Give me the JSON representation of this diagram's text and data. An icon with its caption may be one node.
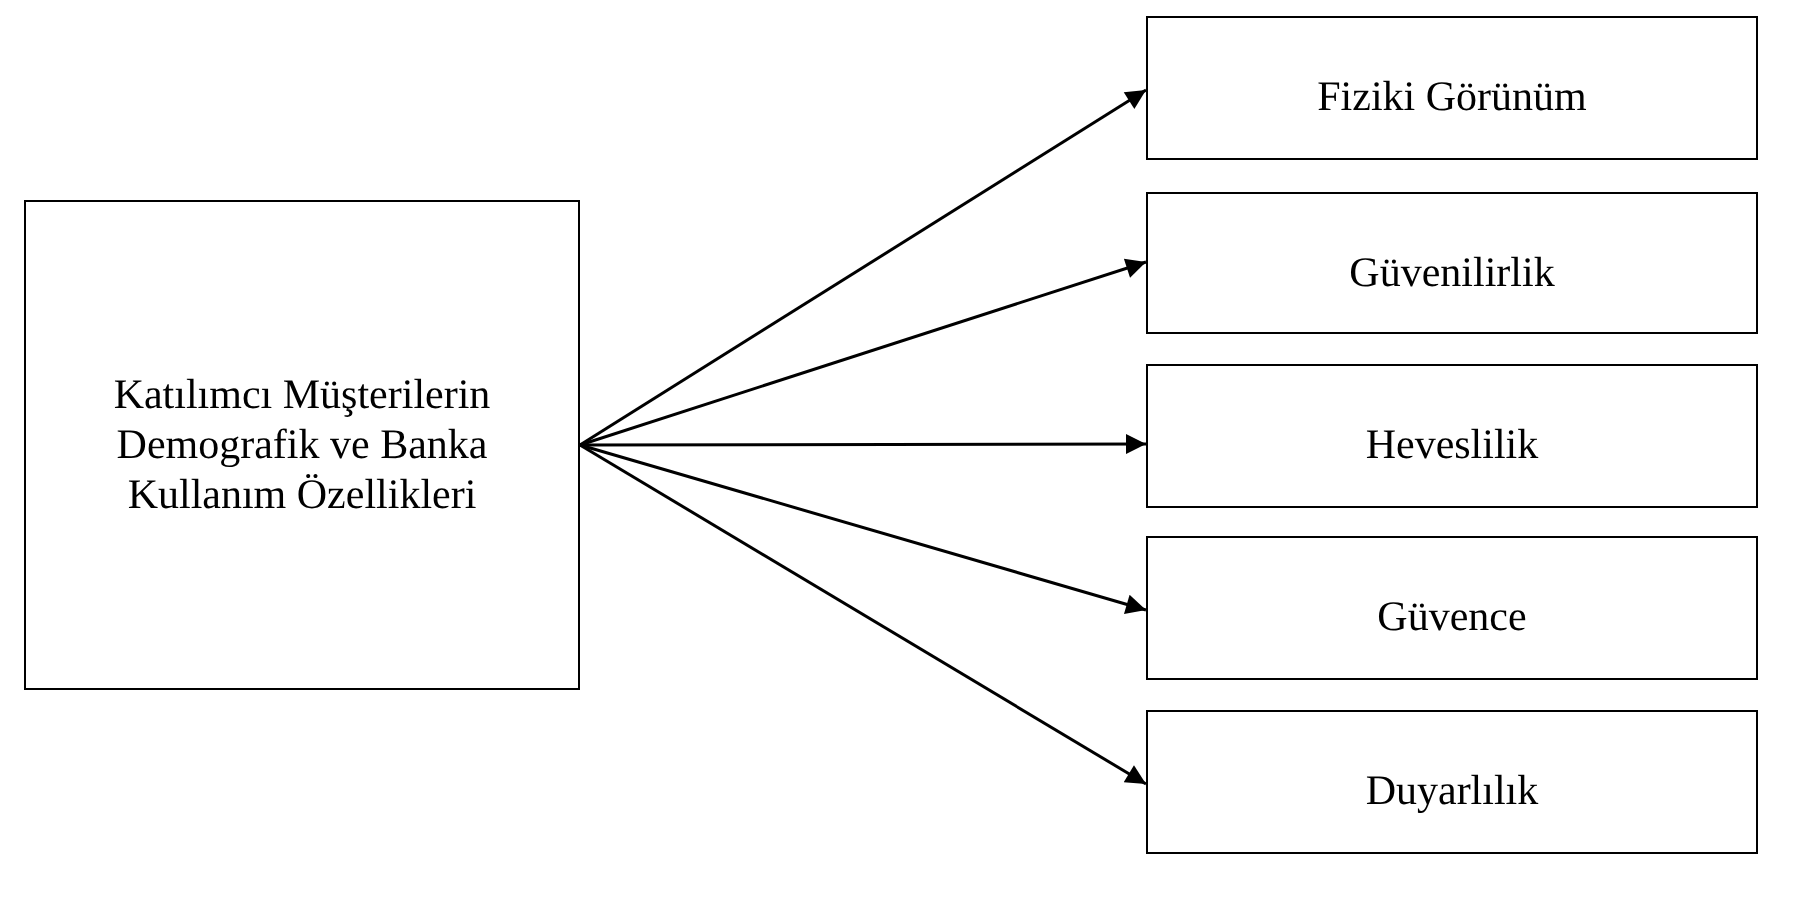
{
  "diagram": {
    "nodes": [
      {
        "text": [
          "Katılımcı Müşterilerin Demografik ve Banka Kullanım Özellikleri"
        ]
      },
      {
        "text": [
          "Fiziki Görünüm"
        ]
      },
      {
        "text": [
          "Güvenilirlik"
        ]
      },
      {
        "text": [
          "Heveslilik"
        ]
      },
      {
        "text": [
          "Güvence"
        ]
      },
      {
        "text": [
          "Duyarlılık"
        ]
      }
    ],
    "edges": [
      {
        "from": 0,
        "to": 1,
        "arrow": "to"
      },
      {
        "from": 0,
        "to": 2,
        "arrow": "to"
      },
      {
        "from": 0,
        "to": 3,
        "arrow": "to"
      },
      {
        "from": 0,
        "to": 4,
        "arrow": "to"
      },
      {
        "from": 0,
        "to": 5,
        "arrow": "to"
      }
    ]
  }
}
